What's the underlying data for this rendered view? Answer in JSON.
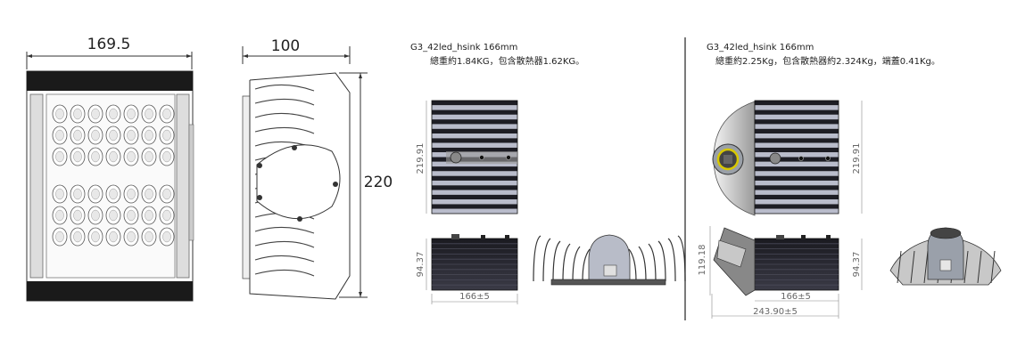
{
  "drawing": {
    "front_view": {
      "width_label": "169.5"
    },
    "side_view": {
      "depth_label": "100",
      "height_label": "220"
    },
    "model_a": {
      "title": "G3_42led_hsink 166mm",
      "weight_note": "總重約1.84KG，包含散熱器1.62KG。",
      "height_dim": "219.91",
      "side_height_dim": "94.37",
      "length_dim": "166±5"
    },
    "model_b": {
      "title": "G3_42led_hsink 166mm",
      "weight_note": "總重約2.25Kg，包含散熱器約2.324Kg，端蓋0.41Kg。",
      "height_dim": "219.91",
      "side_height_left": "119.18",
      "side_height_right": "94.37",
      "length_dim": "166±5",
      "total_length_dim": "243.90±5"
    }
  },
  "colors": {
    "fin_dark": "#1d1d24",
    "fin_light": "#b9bccb",
    "line": "#333333",
    "accent_yellow": "#d8c800"
  }
}
